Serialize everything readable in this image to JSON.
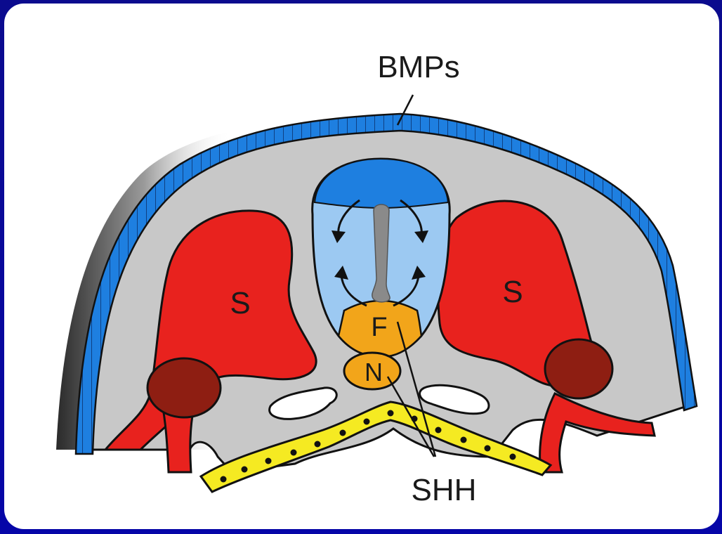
{
  "diagram": {
    "labels": {
      "top_signal": "BMPs",
      "bottom_signal": "SHH",
      "somite_left": "S",
      "somite_right": "S",
      "floor_plate": "F",
      "notochord": "N"
    },
    "colors": {
      "slide_background": "#0a0a96",
      "panel_background": "#ffffff",
      "ectoderm": "#1e7fe0",
      "mesenchyme": "#c8c8c8",
      "somite": "#e8221e",
      "dermamyotome_dark": "#8e1e12",
      "neural_tube_roof": "#1e7fe0",
      "neural_tube_body": "#9cc9f2",
      "floor_plate": "#f2a51a",
      "notochord": "#f2a51a",
      "endoderm": "#f5ea22",
      "outline": "#111111"
    }
  }
}
